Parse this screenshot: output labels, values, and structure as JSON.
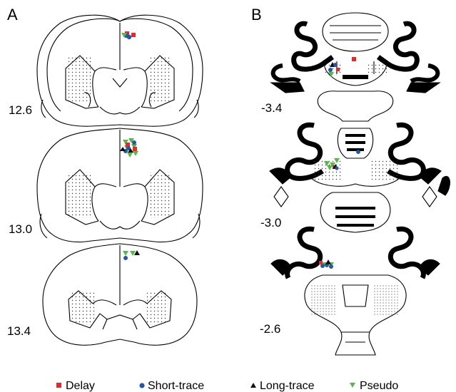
{
  "panels": [
    {
      "label": "A",
      "coordinates": [
        "12.6",
        "13.0",
        "13.4"
      ]
    },
    {
      "label": "B",
      "coordinates": [
        "-3.4",
        "-3.0",
        "-2.6"
      ]
    }
  ],
  "legend": [
    {
      "label": "Delay",
      "marker": "square",
      "color": "#e8262b"
    },
    {
      "label": "Short-trace",
      "marker": "circle",
      "color": "#2457a8"
    },
    {
      "label": "Long-trace",
      "marker": "triangle-up",
      "color": "#111111"
    },
    {
      "label": "Pseudo",
      "marker": "triangle-down",
      "color": "#55b848"
    }
  ]
}
